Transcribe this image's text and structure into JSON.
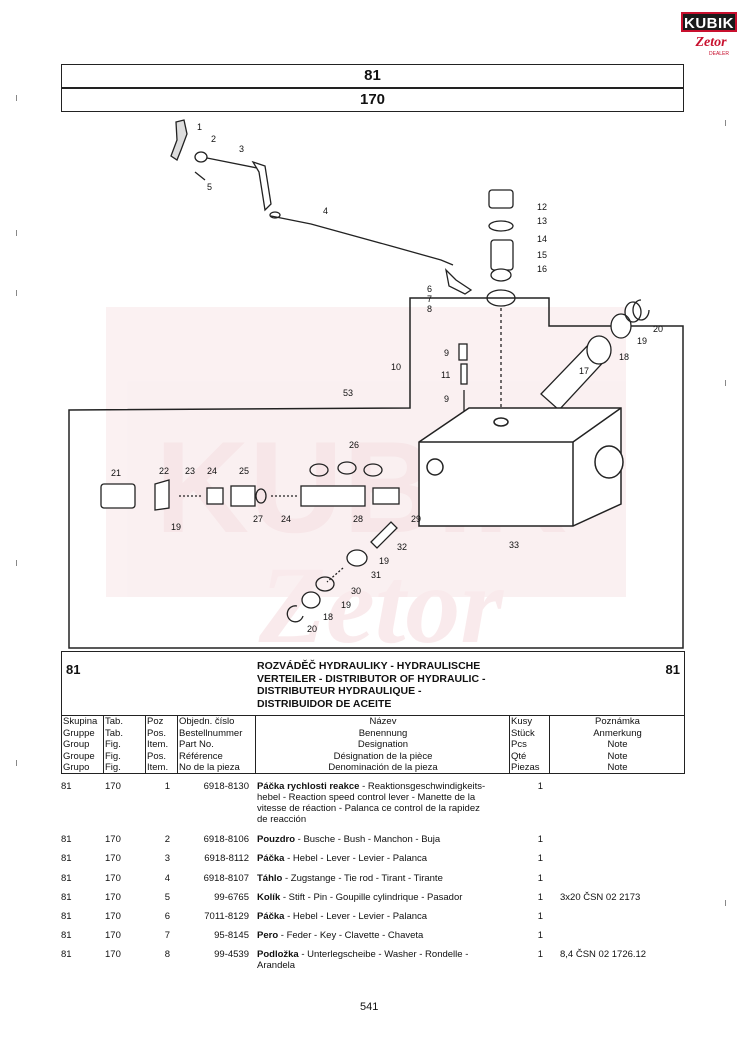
{
  "logo": {
    "top_text": "KUBIK",
    "bottom_text": "Zetor",
    "sub_text": "DEALER"
  },
  "header": {
    "group": "81",
    "figure": "170"
  },
  "diagram": {
    "callouts": [
      "1",
      "2",
      "3",
      "4",
      "5",
      "6",
      "7",
      "8",
      "9",
      "9",
      "10",
      "11",
      "12",
      "13",
      "14",
      "15",
      "16",
      "17",
      "18",
      "19",
      "20",
      "21",
      "22",
      "23",
      "24",
      "25",
      "26",
      "27",
      "24",
      "28",
      "29",
      "32",
      "19",
      "31",
      "30",
      "19",
      "18",
      "20",
      "33",
      "53",
      "19"
    ]
  },
  "panel": {
    "number_left": "81",
    "number_right": "81",
    "title_lines": [
      "ROZVÁDĚČ HYDRAULIKY - HYDRAULISCHE",
      "VERTEILER - DISTRIBUTOR OF HYDRAULIC -",
      "DISTRIBUTEUR HYDRAULIQUE -",
      "DISTRIBUIDOR DE ACEITE"
    ],
    "columns": {
      "group": [
        "Skupina",
        "Gruppe",
        "Group",
        "Groupe",
        "Grupo"
      ],
      "fig": [
        "Tab.",
        "Tab.",
        "Fig.",
        "Fig.",
        "Fig."
      ],
      "pos": [
        "Poz",
        "Pos.",
        "Item.",
        "Pos.",
        "Item."
      ],
      "part": [
        "Objedn. číslo",
        "Bestellnummer",
        "Part No.",
        "Référence",
        "No de la pieza"
      ],
      "desc": [
        "Název",
        "Benennung",
        "Designation",
        "Désignation de la pièce",
        "Denominación de la pieza"
      ],
      "qty": [
        "Kusy",
        "Stück",
        "Pcs",
        "Qté",
        "Piezas"
      ],
      "note": [
        "Poznámka",
        "Anmerkung",
        "Note",
        "Note",
        "Note"
      ]
    }
  },
  "rows": [
    {
      "group": "81",
      "fig": "170",
      "pos": "1",
      "part": "6918-8130",
      "name": "Páčka rychlosti reakce",
      "desc_lines": [
        " - Reaktionsgeschwindigkeits-",
        "hebel - Reaction speed control lever - Manette de la",
        "vitesse de réaction - Palanca ce control de la rapidez",
        "de reacción"
      ],
      "qty": "1",
      "note": ""
    },
    {
      "group": "81",
      "fig": "170",
      "pos": "2",
      "part": "6918-8106",
      "name": "Pouzdro",
      "desc_lines": [
        " - Busche - Bush - Manchon - Buja"
      ],
      "qty": "1",
      "note": ""
    },
    {
      "group": "81",
      "fig": "170",
      "pos": "3",
      "part": "6918-8112",
      "name": "Páčka",
      "desc_lines": [
        " - Hebel - Lever - Levier - Palanca"
      ],
      "qty": "1",
      "note": ""
    },
    {
      "group": "81",
      "fig": "170",
      "pos": "4",
      "part": "6918-8107",
      "name": "Táhlo",
      "desc_lines": [
        " - Zugstange - Tie rod - Tirant - Tirante"
      ],
      "qty": "1",
      "note": ""
    },
    {
      "group": "81",
      "fig": "170",
      "pos": "5",
      "part": "99-6765",
      "name": "Kolík",
      "desc_lines": [
        " - Stift - Pin - Goupille cylindrique - Pasador"
      ],
      "qty": "1",
      "note": "3x20 ČSN 02 2173"
    },
    {
      "group": "81",
      "fig": "170",
      "pos": "6",
      "part": "7011-8129",
      "name": "Páčka",
      "desc_lines": [
        " - Hebel - Lever - Levier - Palanca"
      ],
      "qty": "1",
      "note": ""
    },
    {
      "group": "81",
      "fig": "170",
      "pos": "7",
      "part": "95-8145",
      "name": "Pero",
      "desc_lines": [
        " - Feder - Key - Clavette - Chaveta"
      ],
      "qty": "1",
      "note": ""
    },
    {
      "group": "81",
      "fig": "170",
      "pos": "8",
      "part": "99-4539",
      "name": "Podložka",
      "desc_lines": [
        " - Unterlegscheibe - Washer - Rondelle -",
        "Arandela"
      ],
      "qty": "1",
      "note": "8,4 ČSN 02 1726.12"
    }
  ],
  "page_number": "541",
  "colors": {
    "brand_red": "#c8102e",
    "brand_dark": "#1a1a1a",
    "watermark": "#f3d6d9"
  }
}
